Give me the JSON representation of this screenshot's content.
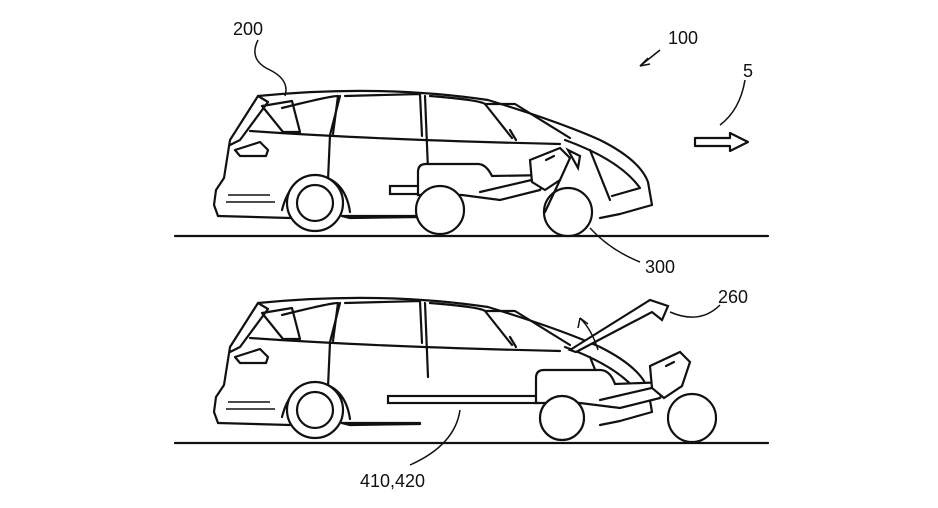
{
  "figure": {
    "labels": {
      "vehicle": "200",
      "system": "100",
      "direction": "5",
      "pod": "300",
      "hood": "260",
      "rails": "410,420"
    }
  }
}
